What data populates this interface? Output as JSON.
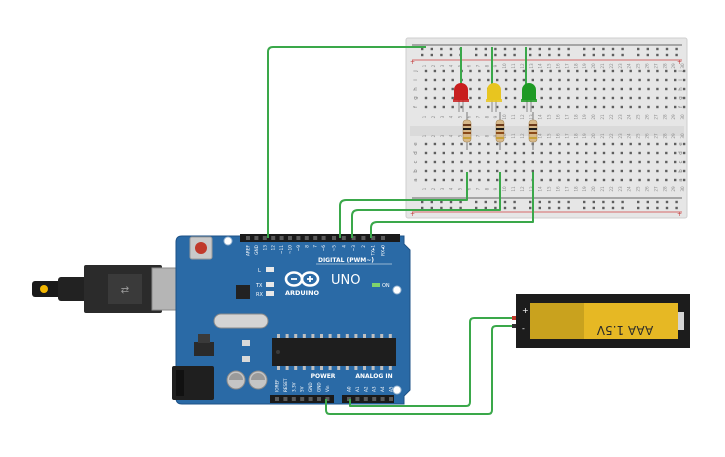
{
  "arduino": {
    "logo_text": "ARDUINO",
    "model": "UNO",
    "on_label": "ON",
    "digital_label": "DIGITAL (PWM~)",
    "power_label": "POWER",
    "analog_label": "ANALOG IN",
    "led_l": "L",
    "led_tx": "TX",
    "led_rx": "RX",
    "top_pins": [
      "AREF",
      "GND",
      "13",
      "12",
      "~11",
      "~10",
      "~9",
      "8",
      "7",
      "~6",
      "~5",
      "4",
      "~3",
      "2",
      "TX▸1",
      "RX◂0"
    ],
    "power_pins": [
      "IOREF",
      "RESET",
      "3.3V",
      "5V",
      "GND",
      "GND",
      "Vin"
    ],
    "analog_pins": [
      "A0",
      "A1",
      "A2",
      "A3",
      "A4",
      "A5"
    ]
  },
  "breadboard": {
    "row_letters_top": [
      "j",
      "i",
      "h",
      "g",
      "f"
    ],
    "row_letters_bottom": [
      "e",
      "d",
      "c",
      "b",
      "a"
    ],
    "columns": 30,
    "plus_label": "+",
    "minus_label": "-"
  },
  "leds": [
    {
      "color": "red",
      "hex": "#c81e1e"
    },
    {
      "color": "yellow",
      "hex": "#e8c51f"
    },
    {
      "color": "green",
      "hex": "#1e9a24"
    }
  ],
  "battery": {
    "label": "AAA 1.5V",
    "plus": "+",
    "minus": "-",
    "color": "#e6b824"
  },
  "colors": {
    "board": "#2a6aa6",
    "wire": "#3aa84a",
    "breadboard": "#e9e9e9"
  }
}
